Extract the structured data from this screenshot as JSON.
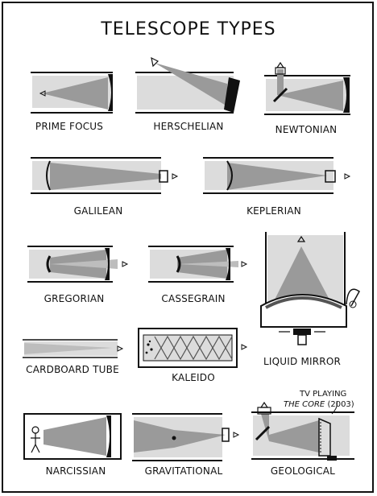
{
  "title": "TELESCOPE TYPES",
  "telescopes": [
    {
      "label": "PRIME FOCUS"
    },
    {
      "label": "HERSCHELIAN"
    },
    {
      "label": "NEWTONIAN"
    },
    {
      "label": "GALILEAN"
    },
    {
      "label": "KEPLERIAN"
    },
    {
      "label": "GREGORIAN"
    },
    {
      "label": "CASSEGRAIN"
    },
    {
      "label": "LIQUID MIRROR"
    },
    {
      "label": "CARDBOARD TUBE"
    },
    {
      "label": "KALEIDO"
    },
    {
      "label": "NARCISSIAN"
    },
    {
      "label": "GRAVITATIONAL"
    },
    {
      "label": "GEOLOGICAL"
    }
  ],
  "geological_note": {
    "line1": "TV PLAYING",
    "line2_italic": "THE CORE",
    "line2_rest": "(2003)"
  },
  "colors": {
    "tube": "#dcdcdc",
    "beam": "#9a9a9a",
    "ink": "#111111"
  }
}
